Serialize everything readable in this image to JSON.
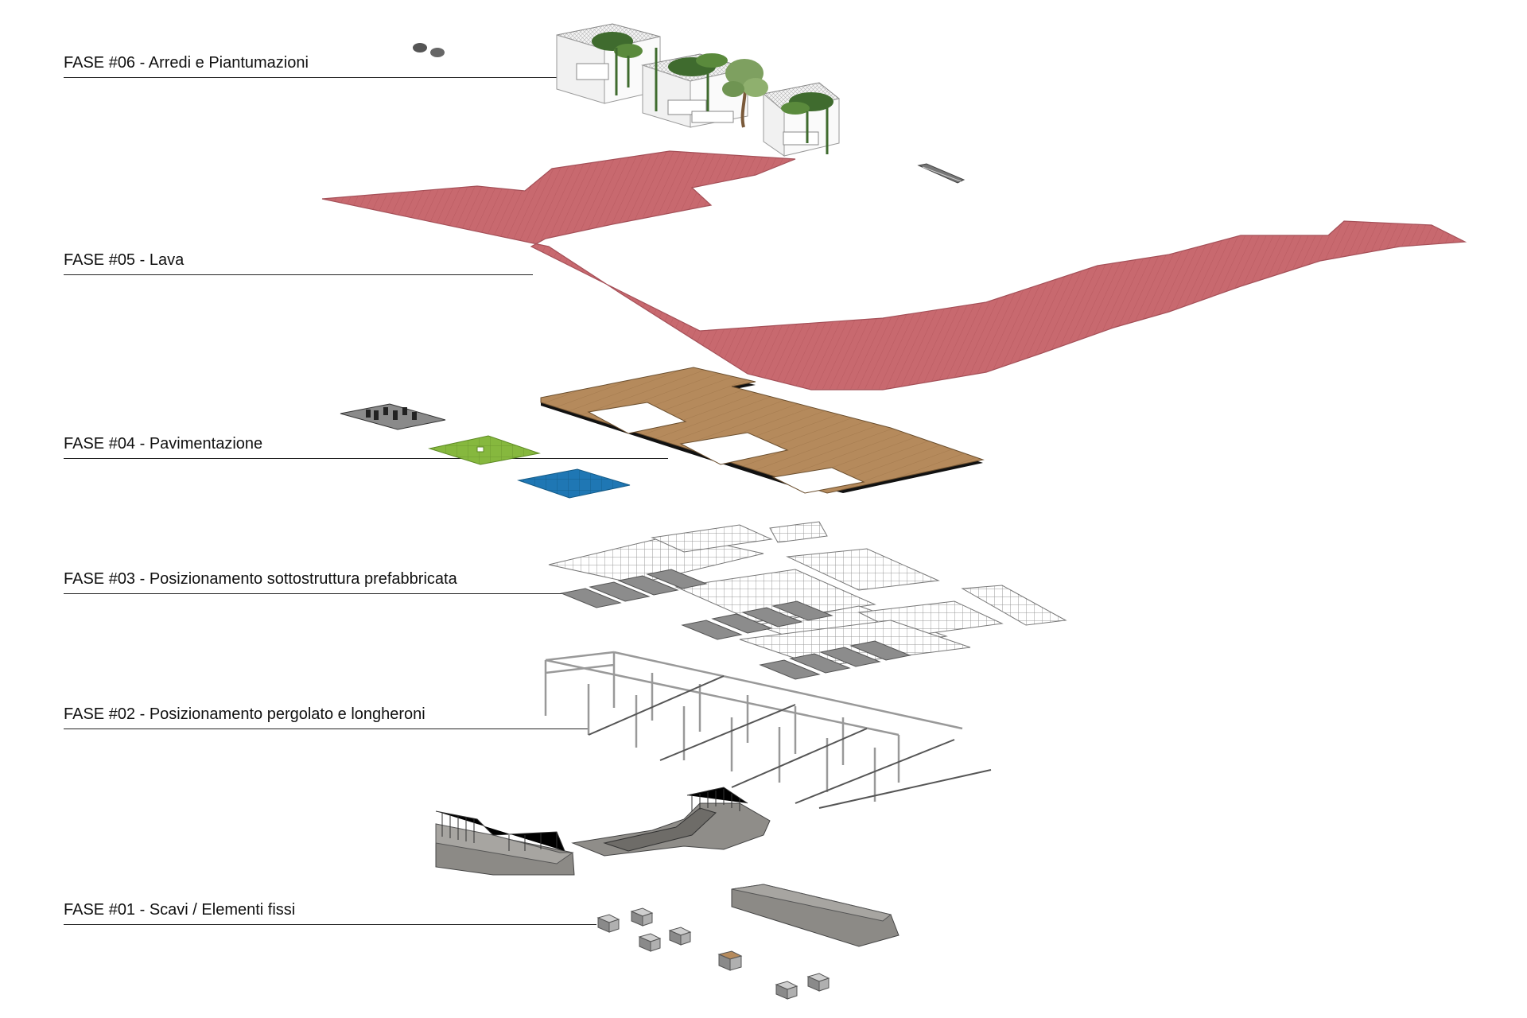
{
  "phases": [
    {
      "id": "fase-06",
      "label": "FASE #06 - Arredi e Piantumazioni"
    },
    {
      "id": "fase-05",
      "label": "FASE #05 - Lava"
    },
    {
      "id": "fase-04",
      "label": "FASE #04 - Pavimentazione"
    },
    {
      "id": "fase-03",
      "label": "FASE #03 - Posizionamento sottostruttura prefabbricata"
    },
    {
      "id": "fase-02",
      "label": "FASE #02 - Posizionamento pergolato e longheroni"
    },
    {
      "id": "fase-01",
      "label": "FASE #01 - Scavi / Elementi fissi"
    }
  ],
  "colors": {
    "lava": "#c8696f",
    "timber": "#b58a5c",
    "green_tiles": "#86b83e",
    "blue_tiles": "#1f77b4",
    "concrete": "#8c8a86",
    "steel": "#bfbfbf",
    "foliage": "#3f6b2e",
    "text": "#111111"
  }
}
